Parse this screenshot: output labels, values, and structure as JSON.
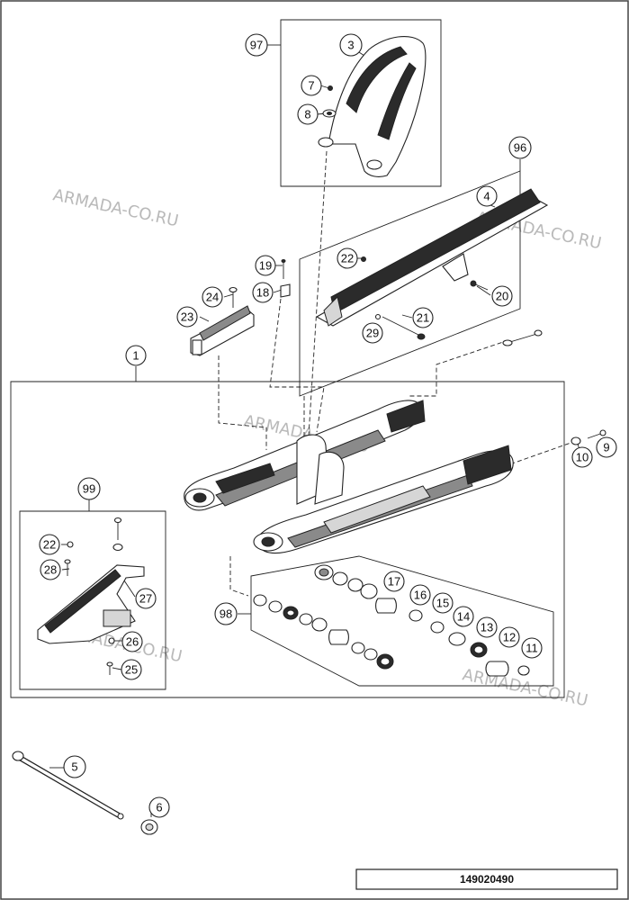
{
  "drawing_number": "149020490",
  "watermark": "ARMADA-CO.RU",
  "callouts": {
    "c97": "97",
    "c3": "3",
    "c7": "7",
    "c8": "8",
    "c96": "96",
    "c4": "4",
    "c22a": "22",
    "c20": "20",
    "c21": "21",
    "c29": "29",
    "c19": "19",
    "c18": "18",
    "c24": "24",
    "c23": "23",
    "c1": "1",
    "c9": "9",
    "c10": "10",
    "c99": "99",
    "c22b": "22",
    "c28": "28",
    "c27": "27",
    "c26": "26",
    "c25": "25",
    "c98": "98",
    "c17": "17",
    "c16": "16",
    "c15": "15",
    "c14": "14",
    "c13": "13",
    "c12": "12",
    "c11": "11",
    "c5": "5",
    "c6": "6"
  }
}
